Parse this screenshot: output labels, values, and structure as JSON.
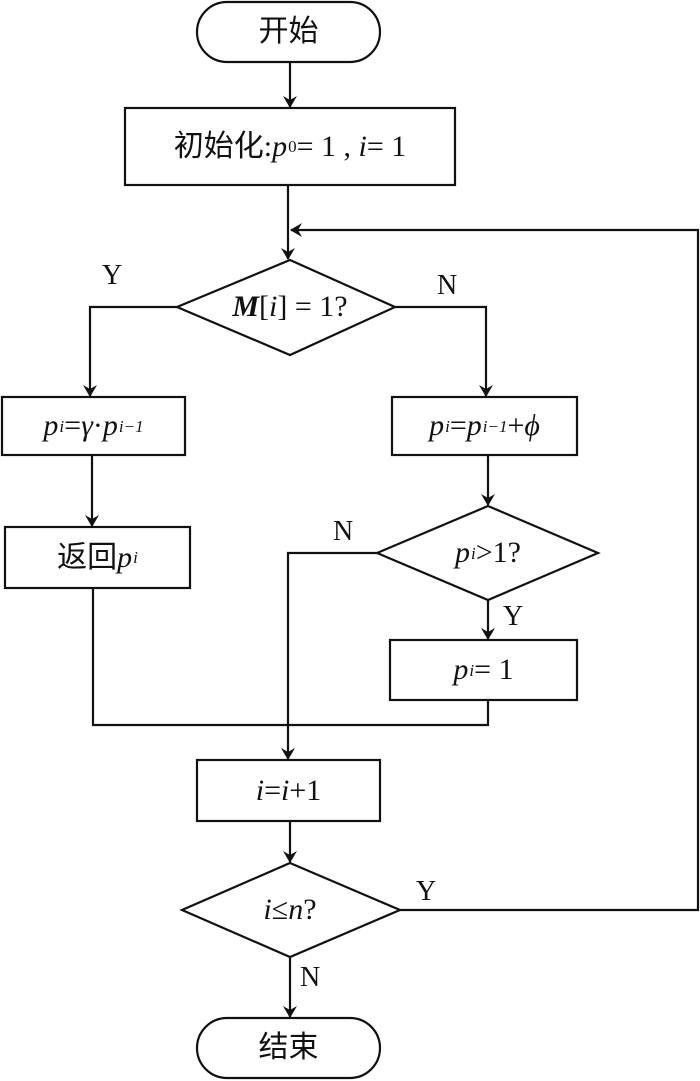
{
  "flowchart": {
    "start": {
      "label": "开始"
    },
    "init": {
      "prefix": "初始化:",
      "var_p": "p",
      "sub_0": "0",
      "eq1": " = 1 ,",
      "var_i": "i",
      "eq2": " = 1"
    },
    "decision_m": {
      "var_m": "M",
      "bracket_open": "[",
      "var_i": "i",
      "rest": "] = 1?"
    },
    "process_gamma": {
      "var_p": "p",
      "sub_i": "i",
      "eq": "=",
      "gamma": "γ",
      "dot": " · ",
      "var_p2": "p",
      "sub_prev": "i−1"
    },
    "process_phi": {
      "var_p": "p",
      "sub_i": "i",
      "eq": "=",
      "var_p2": "p",
      "sub_prev": "i−1",
      "plus": "+",
      "phi": "ϕ"
    },
    "return_p": {
      "prefix": "返回",
      "var_p": "p",
      "sub_i": "i"
    },
    "decision_p": {
      "var_p": "p",
      "sub_i": "i",
      "rest": ">1?"
    },
    "process_reset": {
      "var_p": "p",
      "sub_i": "i",
      "rest": "= 1"
    },
    "increment": {
      "var_i": "i",
      "eq": " = ",
      "var_i2": "i",
      "rest": "+1"
    },
    "decision_n": {
      "var_i": "i",
      "le": "≤",
      "var_n": "n",
      "rest": "?"
    },
    "end": {
      "label": "结束"
    },
    "branch_labels": {
      "m_yes": "Y",
      "m_no": "N",
      "p_no": "N",
      "p_yes": "Y",
      "n_yes": "Y",
      "n_no": "N"
    }
  }
}
